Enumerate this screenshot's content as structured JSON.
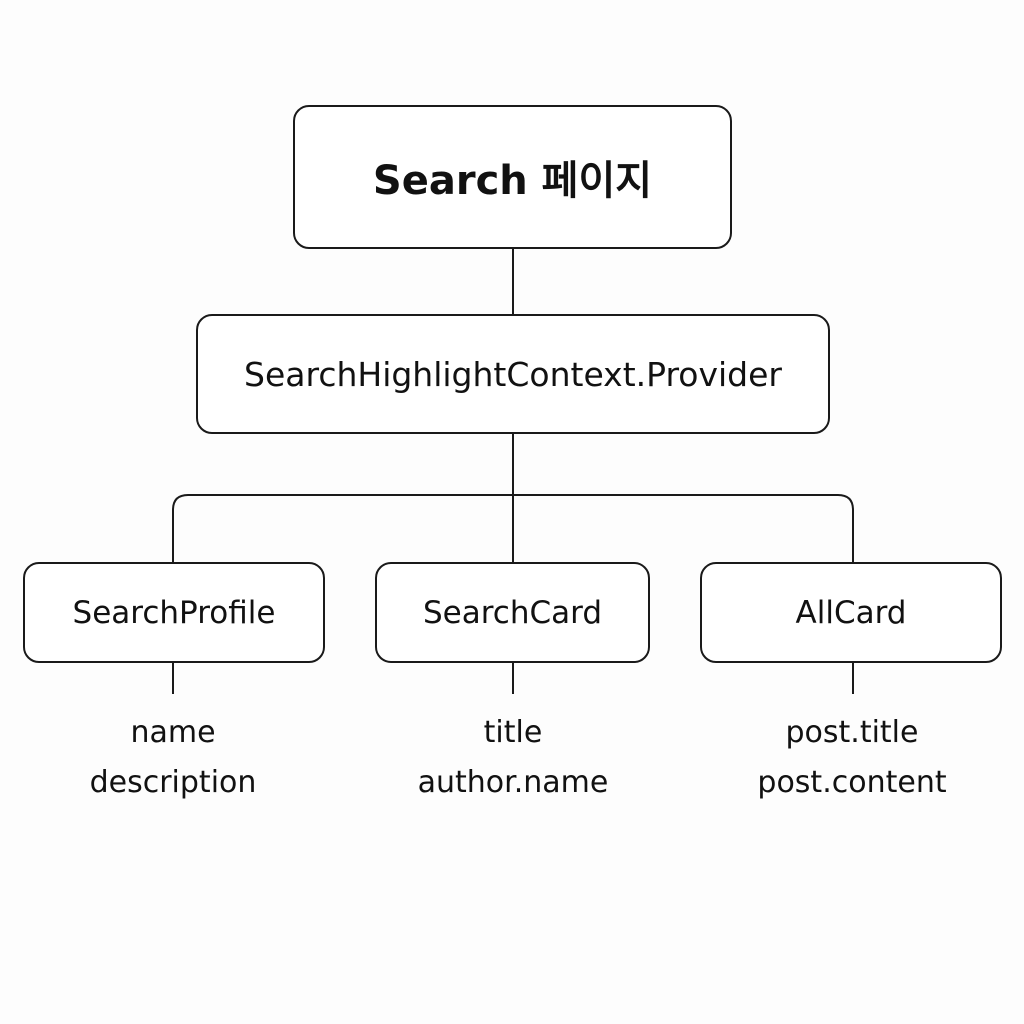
{
  "root": {
    "label": "Search 페이지"
  },
  "provider": {
    "label": "SearchHighlightContext.Provider"
  },
  "children": [
    {
      "label": "SearchProfile",
      "fields": [
        "name",
        "description"
      ]
    },
    {
      "label": "SearchCard",
      "fields": [
        "title",
        "author.name"
      ]
    },
    {
      "label": "AllCard",
      "fields": [
        "post.title",
        "post.content"
      ]
    }
  ],
  "colors": {
    "stroke": "#1a1a1a",
    "background": "#fdfdfd"
  }
}
